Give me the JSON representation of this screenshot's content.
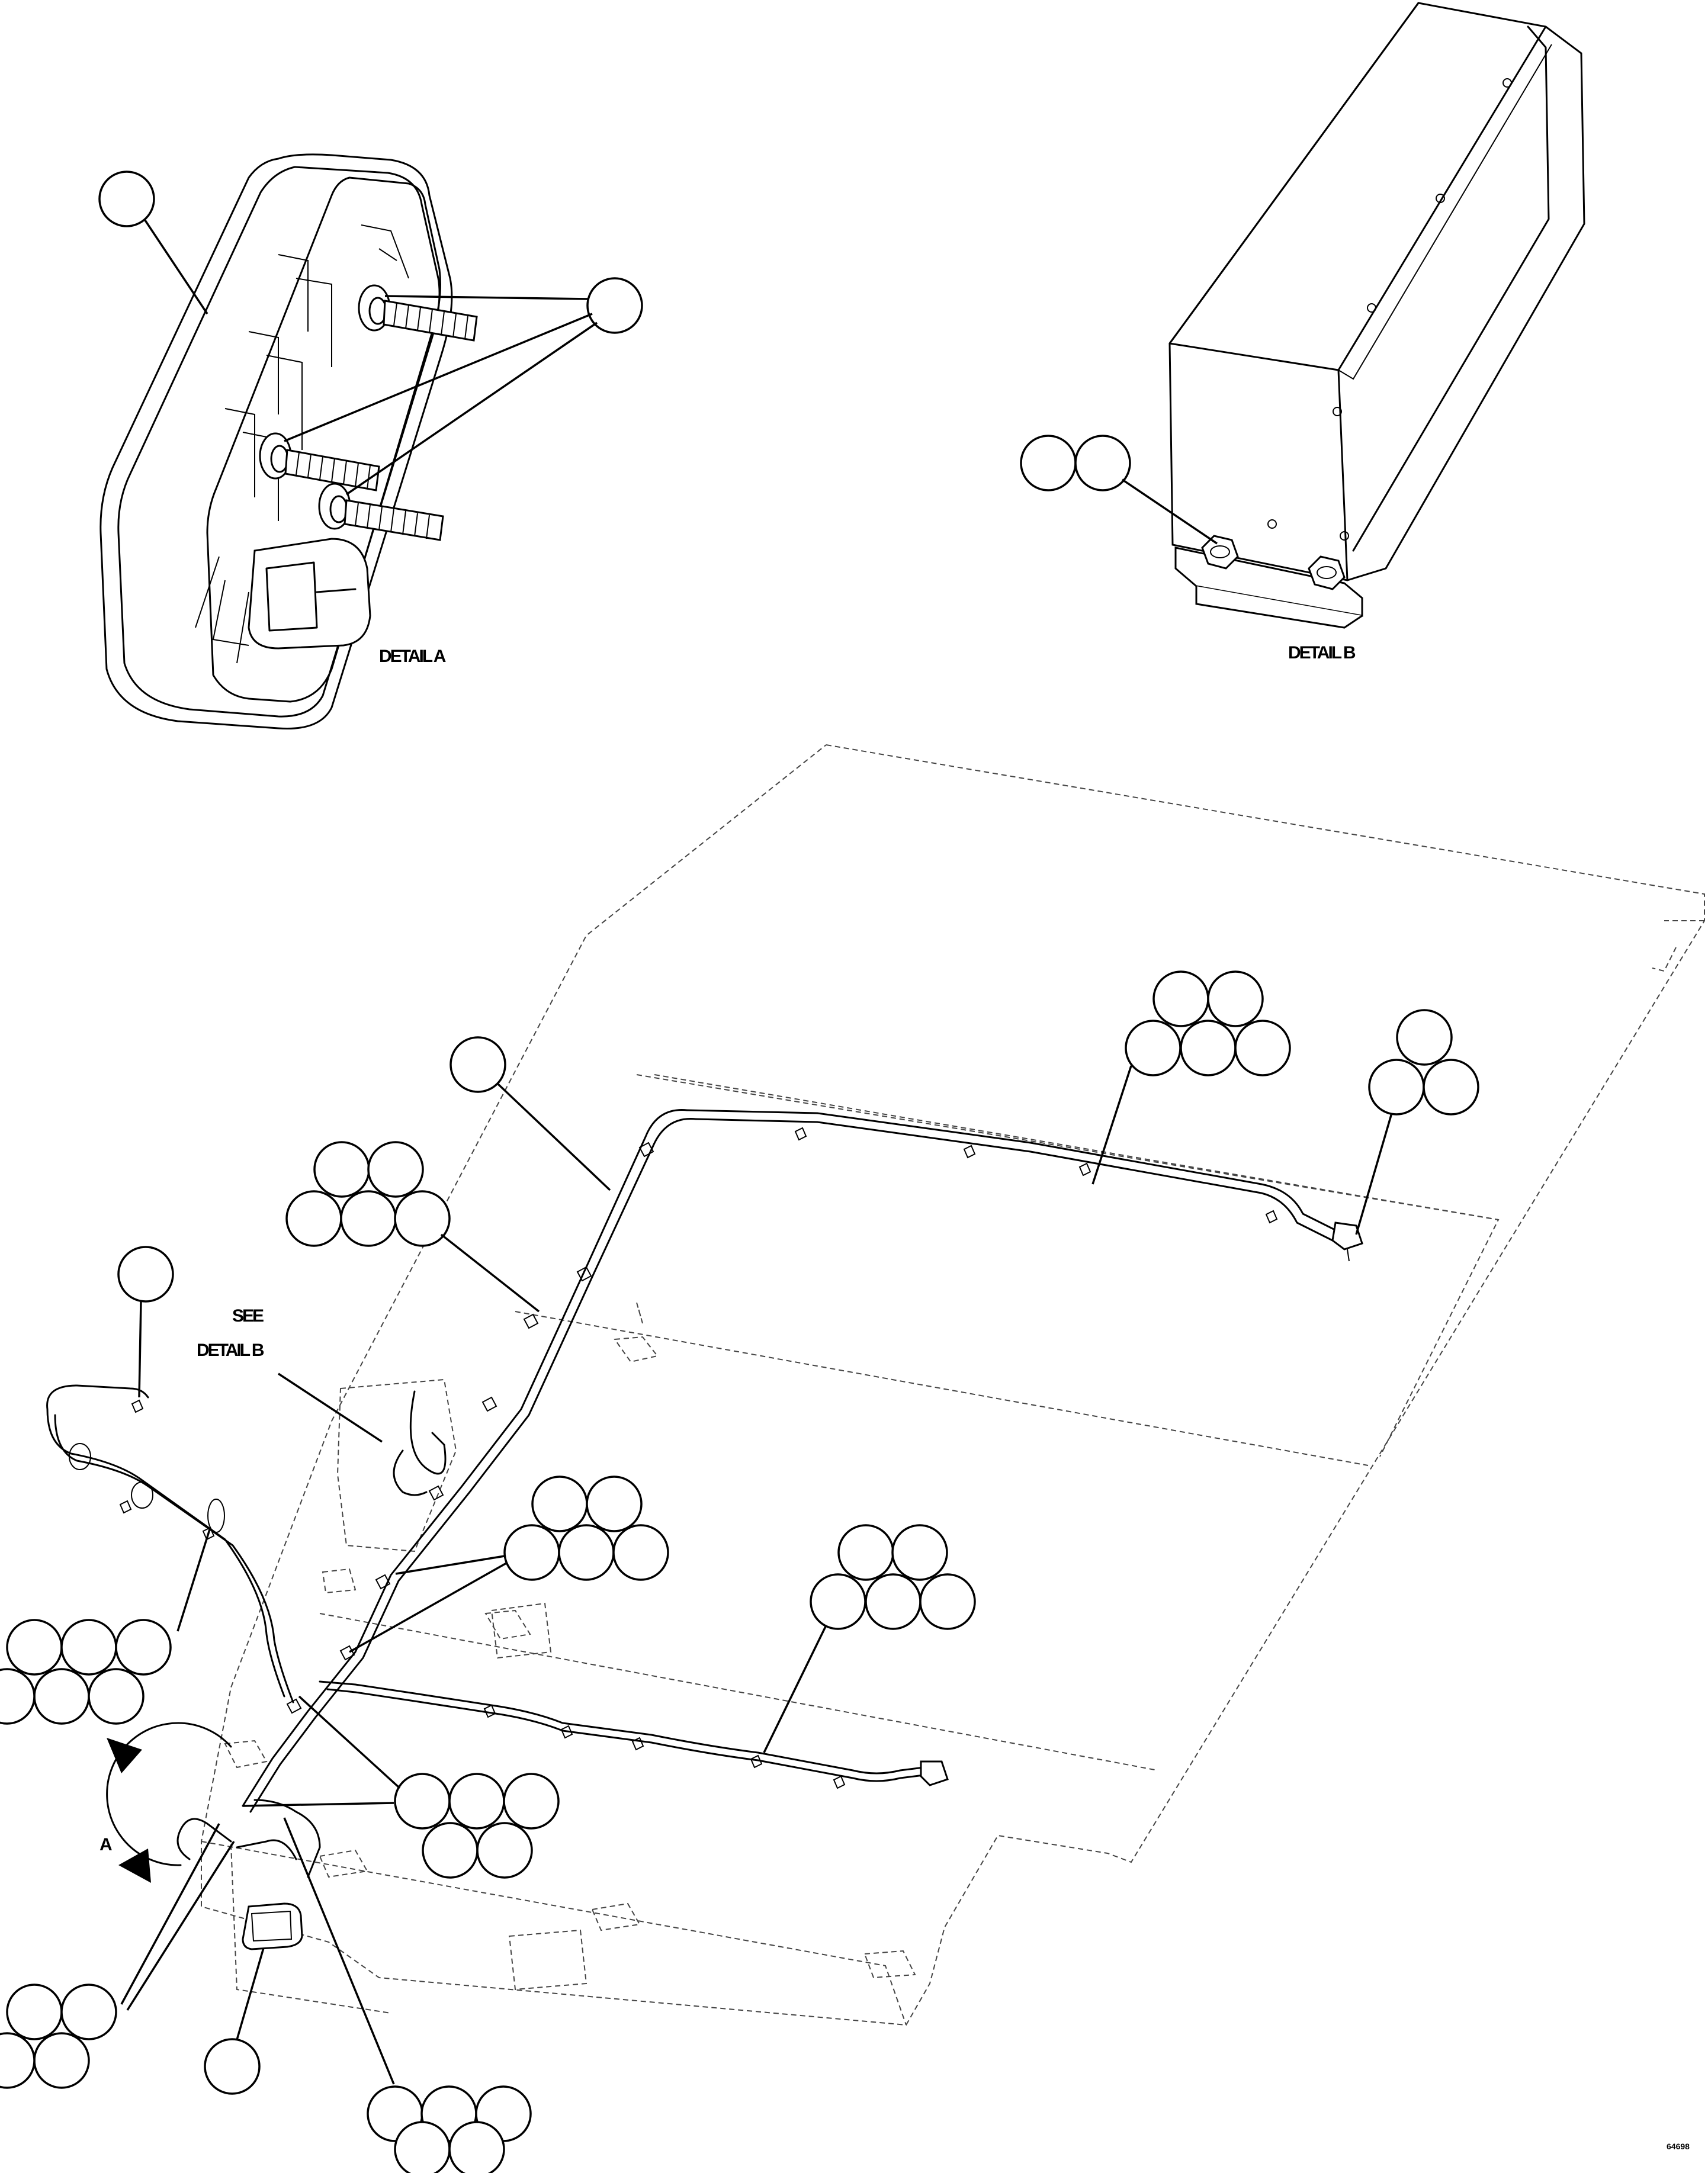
{
  "detail_a": {
    "label": "DETAIL A"
  },
  "detail_b": {
    "label": "DETAIL B"
  },
  "see_detail_b": {
    "line1": "SEE",
    "line2": "DETAIL B"
  },
  "view_letter": {
    "label": "A"
  },
  "drawing_number": {
    "label": "64698"
  }
}
